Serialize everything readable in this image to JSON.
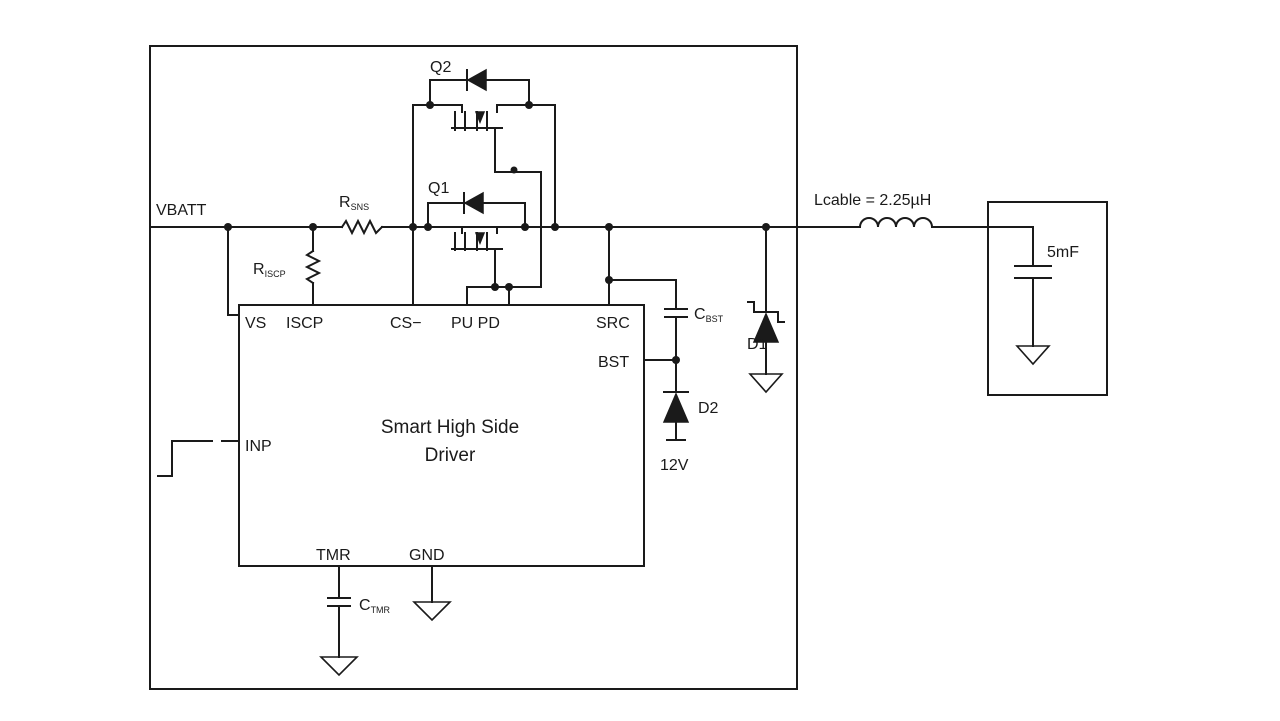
{
  "diagram": {
    "block_title_line1": "Smart High Side",
    "block_title_line2": "Driver",
    "nets": {
      "vbatt": "VBATT"
    },
    "pins": {
      "vs": "VS",
      "iscp": "ISCP",
      "cs": "CS−",
      "pu_pd": "PU PD",
      "src": "SRC",
      "bst": "BST",
      "inp": "INP",
      "tmr": "TMR",
      "gnd": "GND"
    },
    "components": {
      "q1": "Q1",
      "q2": "Q2",
      "r_sns_main": "R",
      "r_sns_sub": "SNS",
      "r_iscp_main": "R",
      "r_iscp_sub": "ISCP",
      "c_bst_main": "C",
      "c_bst_sub": "BST",
      "c_tmr_main": "C",
      "c_tmr_sub": "TMR",
      "d1": "D1",
      "d2": "D2",
      "v12": "12V",
      "lcable": "Lcable = 2.25µH",
      "load_cap": "5mF"
    }
  }
}
